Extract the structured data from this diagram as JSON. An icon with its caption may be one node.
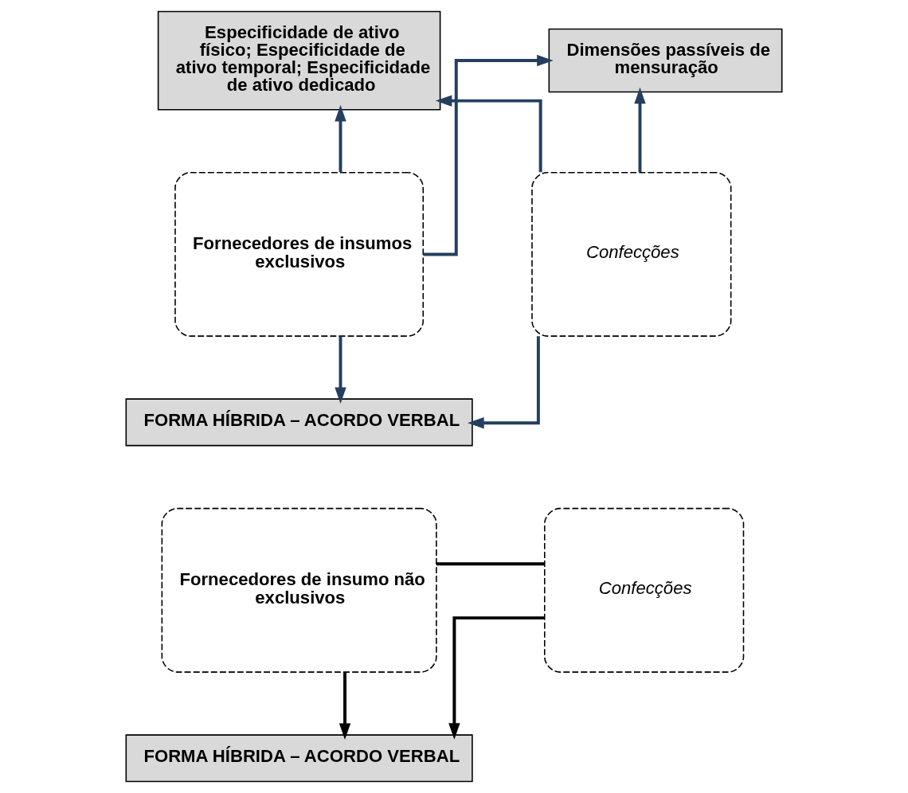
{
  "diagram": {
    "nodes": [
      {
        "text": [
          "Especificidade de ativo físico; Especificidade de ativo temporal; Especificidade de ativo dedicado"
        ]
      },
      {
        "text": [
          "Dimensões passíveis de mensuração"
        ]
      },
      {
        "text": [
          "Fornecedores de insumos exclusivos"
        ]
      },
      {
        "text": [
          "Confecções"
        ]
      },
      {
        "text": [
          "FORMA HÍBRIDA – ACORDO VERBAL"
        ]
      },
      {
        "text": [
          "Fornecedores de insumo não exclusivos"
        ]
      },
      {
        "text": [
          "Confecções"
        ]
      },
      {
        "text": [
          "FORMA HÍBRIDA – ACORDO VERBAL"
        ]
      }
    ],
    "edges": [
      {
        "from": 2,
        "to": 0,
        "arrow": "to"
      },
      {
        "from": 2,
        "to": 1,
        "arrow": "to"
      },
      {
        "from": 3,
        "to": 0,
        "arrow": "to"
      },
      {
        "from": 3,
        "to": 1,
        "arrow": "to"
      },
      {
        "from": 2,
        "to": 4,
        "arrow": "to"
      },
      {
        "from": 3,
        "to": 4,
        "arrow": "to"
      },
      {
        "from": 5,
        "to": 6,
        "arrow": "none",
        "color": "#000000"
      },
      {
        "from": 5,
        "to": 7,
        "arrow": "to",
        "color": "#000000"
      },
      {
        "from": 6,
        "to": 7,
        "arrow": "to",
        "color": "#000000"
      }
    ]
  }
}
